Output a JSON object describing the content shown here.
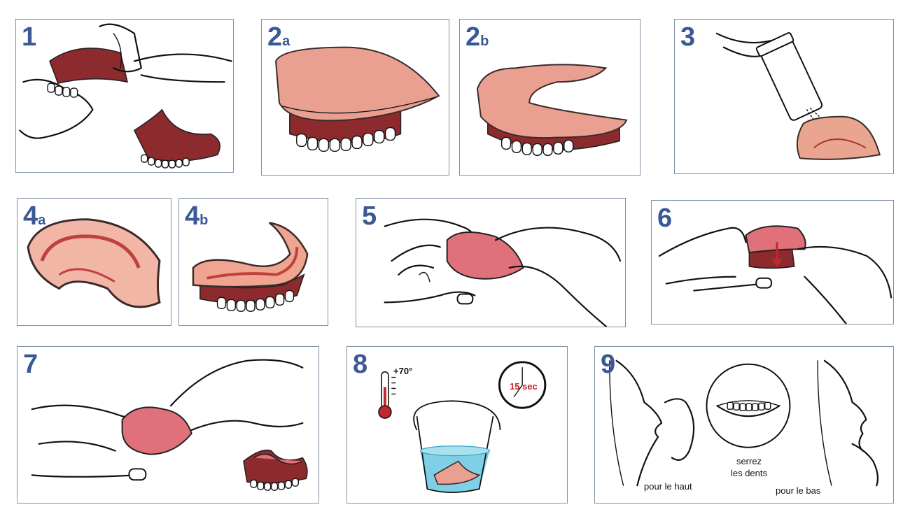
{
  "colors": {
    "number": "#3b5896",
    "border": "#7f90a6",
    "gum": "#8d2a2e",
    "pad": "#e9a090",
    "pad_red": "#e0707a",
    "water": "#7fd0e6",
    "thermo_red": "#c0282e"
  },
  "steps": [
    {
      "id": "1",
      "big": "1",
      "sub": ""
    },
    {
      "id": "2a",
      "big": "2",
      "sub": "a"
    },
    {
      "id": "2b",
      "big": "2",
      "sub": "b"
    },
    {
      "id": "3",
      "big": "3",
      "sub": ""
    },
    {
      "id": "4a",
      "big": "4",
      "sub": "a"
    },
    {
      "id": "4b",
      "big": "4",
      "sub": "b"
    },
    {
      "id": "5",
      "big": "5",
      "sub": ""
    },
    {
      "id": "6",
      "big": "6",
      "sub": ""
    },
    {
      "id": "7",
      "big": "7",
      "sub": ""
    },
    {
      "id": "8",
      "big": "8",
      "sub": ""
    },
    {
      "id": "9",
      "big": "9",
      "sub": ""
    }
  ],
  "step8": {
    "temperature": "+70°",
    "timer": "15 sec"
  },
  "step9": {
    "left_caption": "pour le haut",
    "center_caption_line1": "serrez",
    "center_caption_line2": "les dents",
    "right_caption": "pour le bas"
  },
  "icons": [
    "thermometer-icon",
    "clock-icon",
    "arrow-down-icon"
  ]
}
